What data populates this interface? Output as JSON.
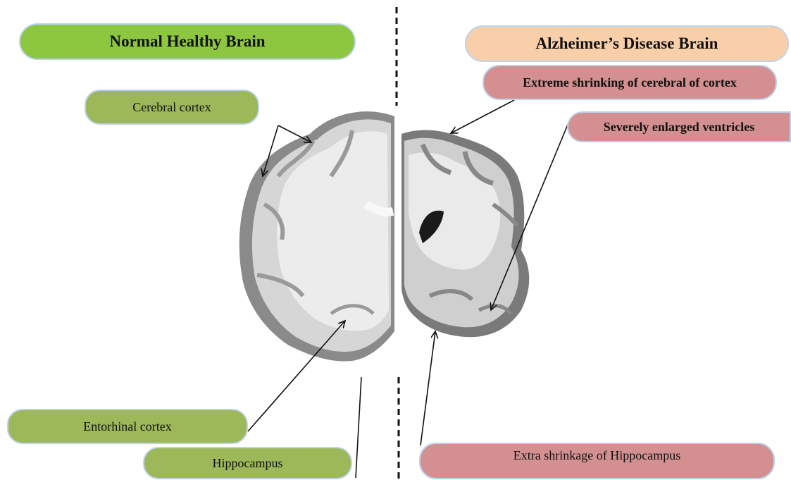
{
  "normal": {
    "title": "Normal Healthy Brain",
    "labels": {
      "cerebral_cortex": "Cerebral cortex",
      "entorhinal_cortex": "Entorhinal cortex",
      "hippocampus": "Hippocampus"
    }
  },
  "alzheimers": {
    "title": "Alzheimer’s Disease Brain",
    "labels": {
      "cortex_shrinking": "Extreme shrinking of cerebral of cortex",
      "enlarged_ventricles": "Severely enlarged ventricles",
      "hippocampus_shrinkage": "Extra shrinkage of Hippocampus"
    }
  },
  "colors": {
    "normal_title": "#8dc63f",
    "normal_labels": "#9cb858",
    "alz_title": "#f9cfaa",
    "alz_labels": "#d49090"
  }
}
